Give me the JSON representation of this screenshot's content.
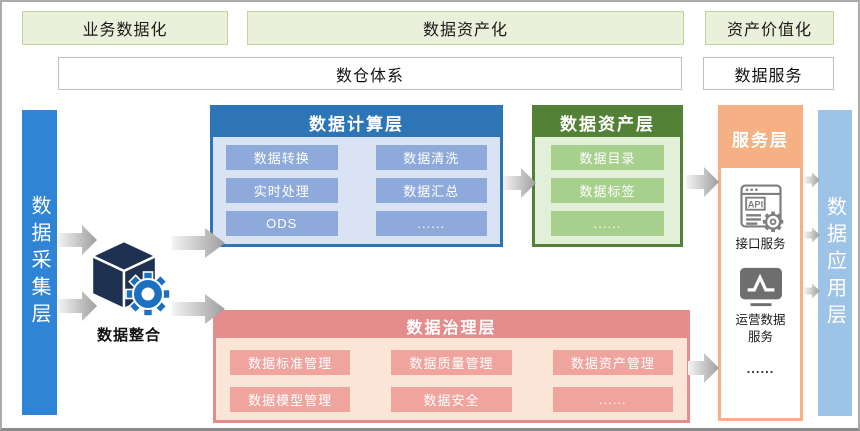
{
  "phases": {
    "items": [
      {
        "label": "业务数据化"
      },
      {
        "label": "数据资产化"
      },
      {
        "label": "资产价值化"
      }
    ]
  },
  "systems": {
    "warehouse": "数仓体系",
    "data_service": "数据服务"
  },
  "collection_bar": {
    "label": "数据采集层"
  },
  "application_bar": {
    "label": "数据应用层"
  },
  "integration": {
    "label": "数据整合"
  },
  "compute_layer": {
    "title": "数据计算层",
    "items": [
      "数据转换",
      "数据清洗",
      "实时处理",
      "数据汇总",
      "ODS",
      "......"
    ]
  },
  "asset_layer": {
    "title": "数据资产层",
    "items": [
      "数据目录",
      "数据标签",
      "......"
    ]
  },
  "governance_layer": {
    "title": "数据治理层",
    "items": [
      "数据标准管理",
      "数据质量管理",
      "数据资产管理",
      "数据模型管理",
      "数据安全",
      "......"
    ]
  },
  "service_layer": {
    "title": "服务层",
    "api_icon_label": "API",
    "api_service": "接口服务",
    "ops_service": "运营数据服务",
    "more": "......"
  },
  "colors": {
    "left_bar": "#3084D6",
    "right_bar": "#9DC3E6",
    "compute_header": "#2E75B6",
    "compute_body": "#DAE3F3",
    "compute_item": "#8EAADB",
    "asset_header": "#538135",
    "asset_body": "#E2EFD9",
    "asset_item": "#A8D08D",
    "governance_header": "#E58C8D",
    "governance_body": "#FBE5D6",
    "governance_item": "#EFA49E",
    "service_accent": "#F5B183",
    "phase_fill": "#EBF0DB",
    "phase_border": "#C2D69A",
    "icon_gray": "#7F7F7F",
    "cube_navy": "#1E3150",
    "gear_blue": "#1D6FC0"
  }
}
